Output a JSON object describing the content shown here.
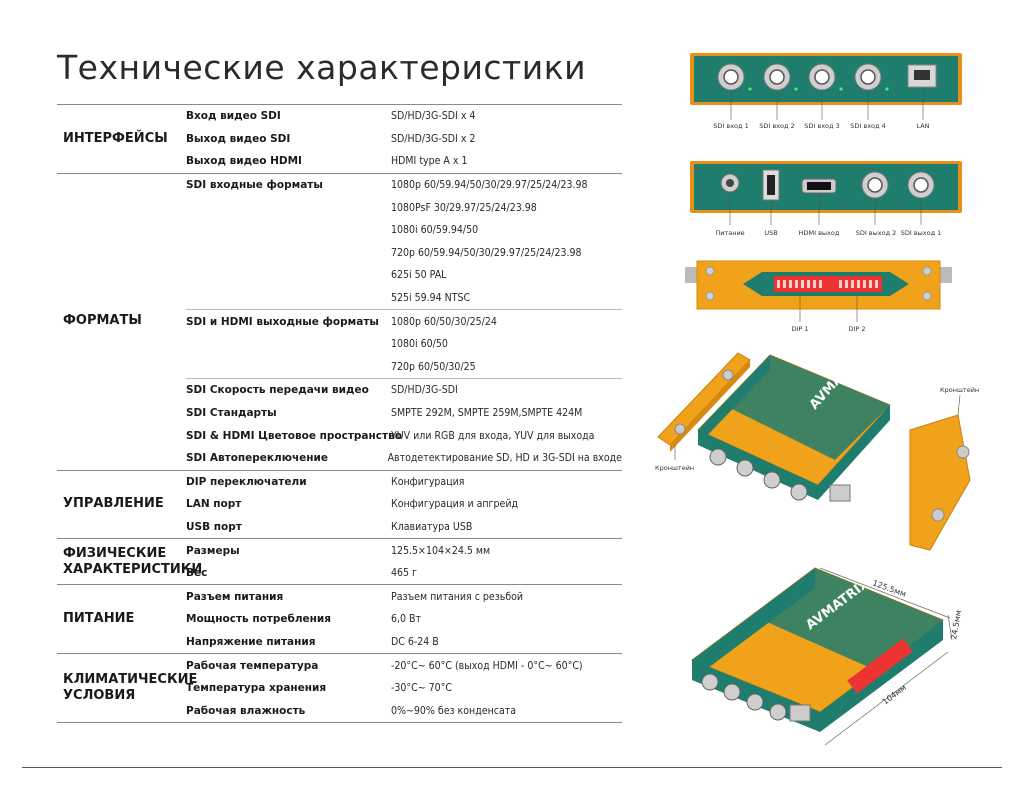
{
  "title": "Технические характеристики",
  "sections": [
    {
      "label": "ИНТЕРФЕЙСЫ",
      "groups": [
        {
          "rows": [
            {
              "param": "Вход видео SDI",
              "value": "SD/HD/3G-SDI x 4"
            },
            {
              "param": "Выход видео SDI",
              "value": "SD/HD/3G-SDI x 2"
            },
            {
              "param": "Выход видео HDMI",
              "value": "HDMI type A x 1"
            }
          ]
        }
      ]
    },
    {
      "label": "ФОРМАТЫ",
      "groups": [
        {
          "rows": [
            {
              "param": "SDI входные форматы",
              "value": "1080p 60/59.94/50/30/29.97/25/24/23.98"
            },
            {
              "param": "",
              "value": "1080PsF 30/29.97/25/24/23.98"
            },
            {
              "param": "",
              "value": "1080i 60/59.94/50"
            },
            {
              "param": "",
              "value": "720p 60/59.94/50/30/29.97/25/24/23.98"
            },
            {
              "param": "",
              "value": "625i 50 PAL"
            },
            {
              "param": "",
              "value": "525i 59.94 NTSC"
            }
          ]
        },
        {
          "rows": [
            {
              "param": "SDI и HDMI выходные форматы",
              "value": "1080p 60/50/30/25/24"
            },
            {
              "param": "",
              "value": "1080i 60/50"
            },
            {
              "param": "",
              "value": "720p 60/50/30/25"
            }
          ]
        },
        {
          "rows": [
            {
              "param": "SDI Скорость передачи видео",
              "value": "SD/HD/3G-SDI"
            },
            {
              "param": "SDI Стандарты",
              "value": "SMPTE 292M, SMPTE 259M,SMPTE 424M"
            },
            {
              "param": "SDI & HDMI Цветовое пространство",
              "value": "YUV или RGB для входа, YUV для выхода"
            },
            {
              "param": "SDI Автопереключение",
              "value": "Автодетектирование SD, HD и 3G-SDI на входе"
            }
          ]
        }
      ]
    },
    {
      "label": "УПРАВЛЕНИЕ",
      "groups": [
        {
          "rows": [
            {
              "param": "DIP переключатели",
              "value": "Конфигурация"
            },
            {
              "param": "LAN порт",
              "value": "Конфигурация  и апгрейд"
            },
            {
              "param": "USB порт",
              "value": "Клавиатура USB"
            }
          ]
        }
      ]
    },
    {
      "label": "ФИЗИЧЕСКИЕ ХАРАКТЕРИСТИКИ",
      "groups": [
        {
          "rows": [
            {
              "param": "Размеры",
              "value": "125.5×104×24.5 мм"
            },
            {
              "param": "Вес",
              "value": "465 г"
            }
          ]
        }
      ]
    },
    {
      "label": "ПИТАНИЕ",
      "groups": [
        {
          "rows": [
            {
              "param": "Разъем питания",
              "value": " Разъем питания с резьбой"
            },
            {
              "param": "Мощность потребления",
              "value": "6,0 Вт"
            },
            {
              "param": "Напряжение питания",
              "value": "DC 6-24 В"
            }
          ]
        }
      ]
    },
    {
      "label": "КЛИМАТИЧЕСКИЕ УСЛОВИЯ",
      "groups": [
        {
          "rows": [
            {
              "param": "Рабочая температура",
              "value": "-20°C~ 60°C (выход HDMI - 0°C~ 60°C)"
            },
            {
              "param": "Температура хранения",
              "value": "-30°C~ 70°C"
            },
            {
              "param": "Рабочая влажность",
              "value": "0%~90% без конденсата"
            }
          ]
        }
      ]
    }
  ],
  "panel1": {
    "labels": [
      "SDI вход 1",
      "SDI вход 2",
      "SDI вход 3",
      "SDI вход 4",
      "LAN"
    ]
  },
  "panel2": {
    "labels": [
      "Питание",
      "USB",
      "HDMI выход",
      "SDI выход 2",
      "SDI выход 1"
    ]
  },
  "panel3": {
    "labels": [
      "DIP 1",
      "DIP 2"
    ]
  },
  "device": {
    "brand": "AVMATRIX",
    "bracket_left": "Кронштейн",
    "bracket_right": "Кронштейн",
    "dim_length": "125.5мм",
    "dim_height": "24.5мм",
    "dim_width": "104мм"
  },
  "colors": {
    "teal": "#1f7d6e",
    "orange": "#f0a21a",
    "border": "#e8901a"
  }
}
